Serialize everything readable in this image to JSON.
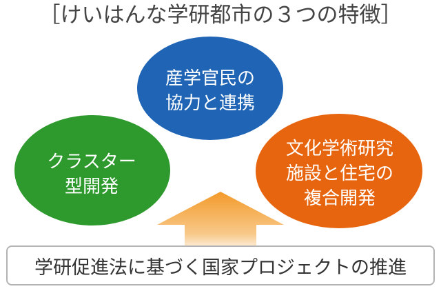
{
  "title": "［けいはんな学研都市の３つの特徴］",
  "ellipses": {
    "top": {
      "lines": [
        "産学官民の",
        "協力と連携"
      ],
      "color": "#1f64b5"
    },
    "left": {
      "lines": [
        "クラスター",
        "型開発"
      ],
      "color": "#2e9a2e"
    },
    "right": {
      "lines": [
        "文化学術研究",
        "施設と住宅の",
        "複合開発"
      ],
      "color": "#e8650f"
    }
  },
  "arrow": {
    "color": "#f5a43a"
  },
  "bottom_box": {
    "text": "学研促進法に基づく国家プロジェクトの推進"
  }
}
